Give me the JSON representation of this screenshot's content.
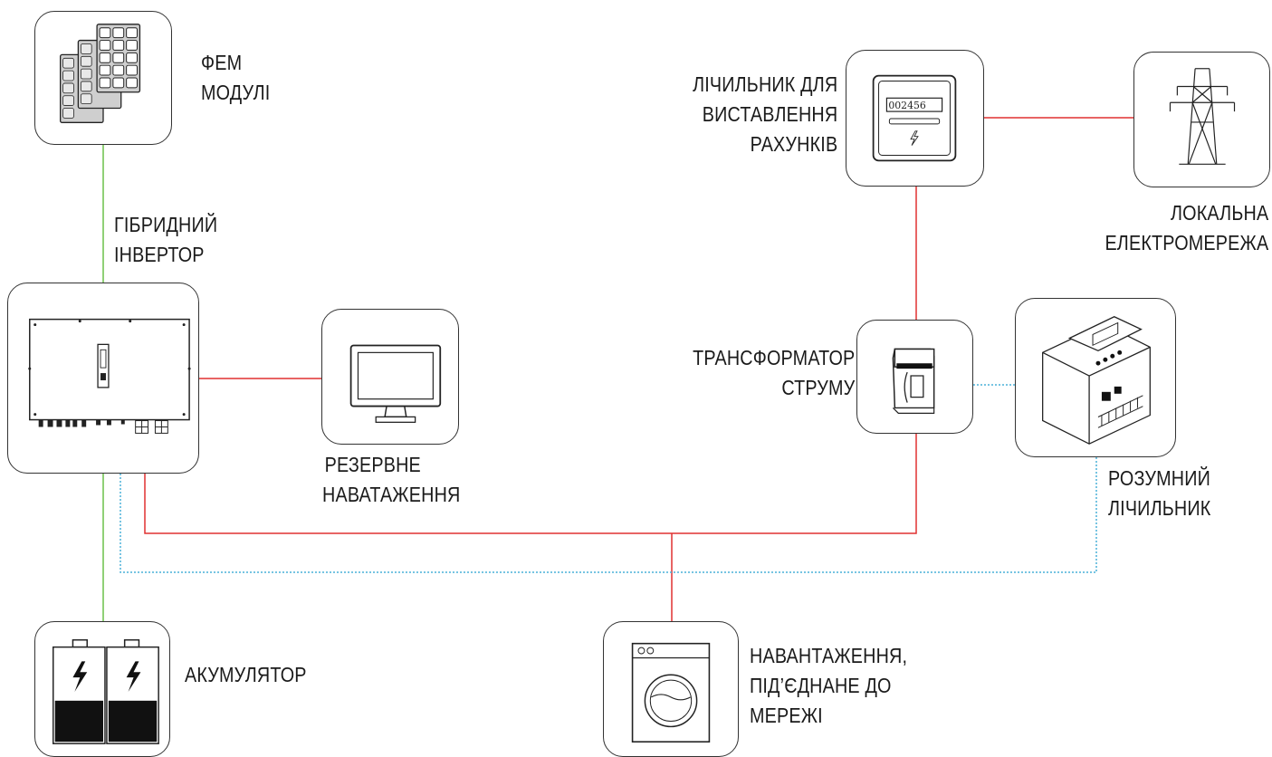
{
  "colors": {
    "ac_line": "#e03030",
    "dc_line": "#6cc04a",
    "comm_line": "#4ab0d8",
    "box_border": "#333333"
  },
  "components": {
    "pv": {
      "icon": "solar-panel-icon",
      "label": [
        "ФЕМ",
        "МОДУЛІ"
      ]
    },
    "inverter": {
      "icon": "hybrid-inverter-icon",
      "label": [
        "ГІБРИДНИЙ",
        "ІНВЕРТОР"
      ]
    },
    "backup": {
      "icon": "monitor-icon",
      "label": [
        "РЕЗЕРВНЕ",
        "НАВАТАЖЕННЯ"
      ]
    },
    "battery": {
      "icon": "battery-icon",
      "label": [
        "АКУМУЛЯТОР"
      ]
    },
    "billing_meter": {
      "icon": "energy-meter-icon",
      "reading": "002456",
      "label": [
        "ЛІЧИЛЬНИК ДЛЯ",
        "ВИСТАВЛЕННЯ",
        "РАХУНКІВ"
      ]
    },
    "grid": {
      "icon": "power-tower-icon",
      "label": [
        "ЛОКАЛЬНА",
        "ЕЛЕКТРОМЕРЕЖА"
      ]
    },
    "ct": {
      "icon": "current-transformer-icon",
      "label": [
        "ТРАНСФОРМАТОР",
        "СТРУМУ"
      ]
    },
    "smart_meter": {
      "icon": "smart-meter-icon",
      "label": [
        "РОЗУМНИЙ",
        "ЛІЧИЛЬНИК"
      ]
    },
    "grid_load": {
      "icon": "washing-machine-icon",
      "label": [
        "НАВАНТАЖЕННЯ,",
        "ПІД’ЄДНАНЕ ДО",
        "МЕРЕЖІ"
      ]
    }
  }
}
